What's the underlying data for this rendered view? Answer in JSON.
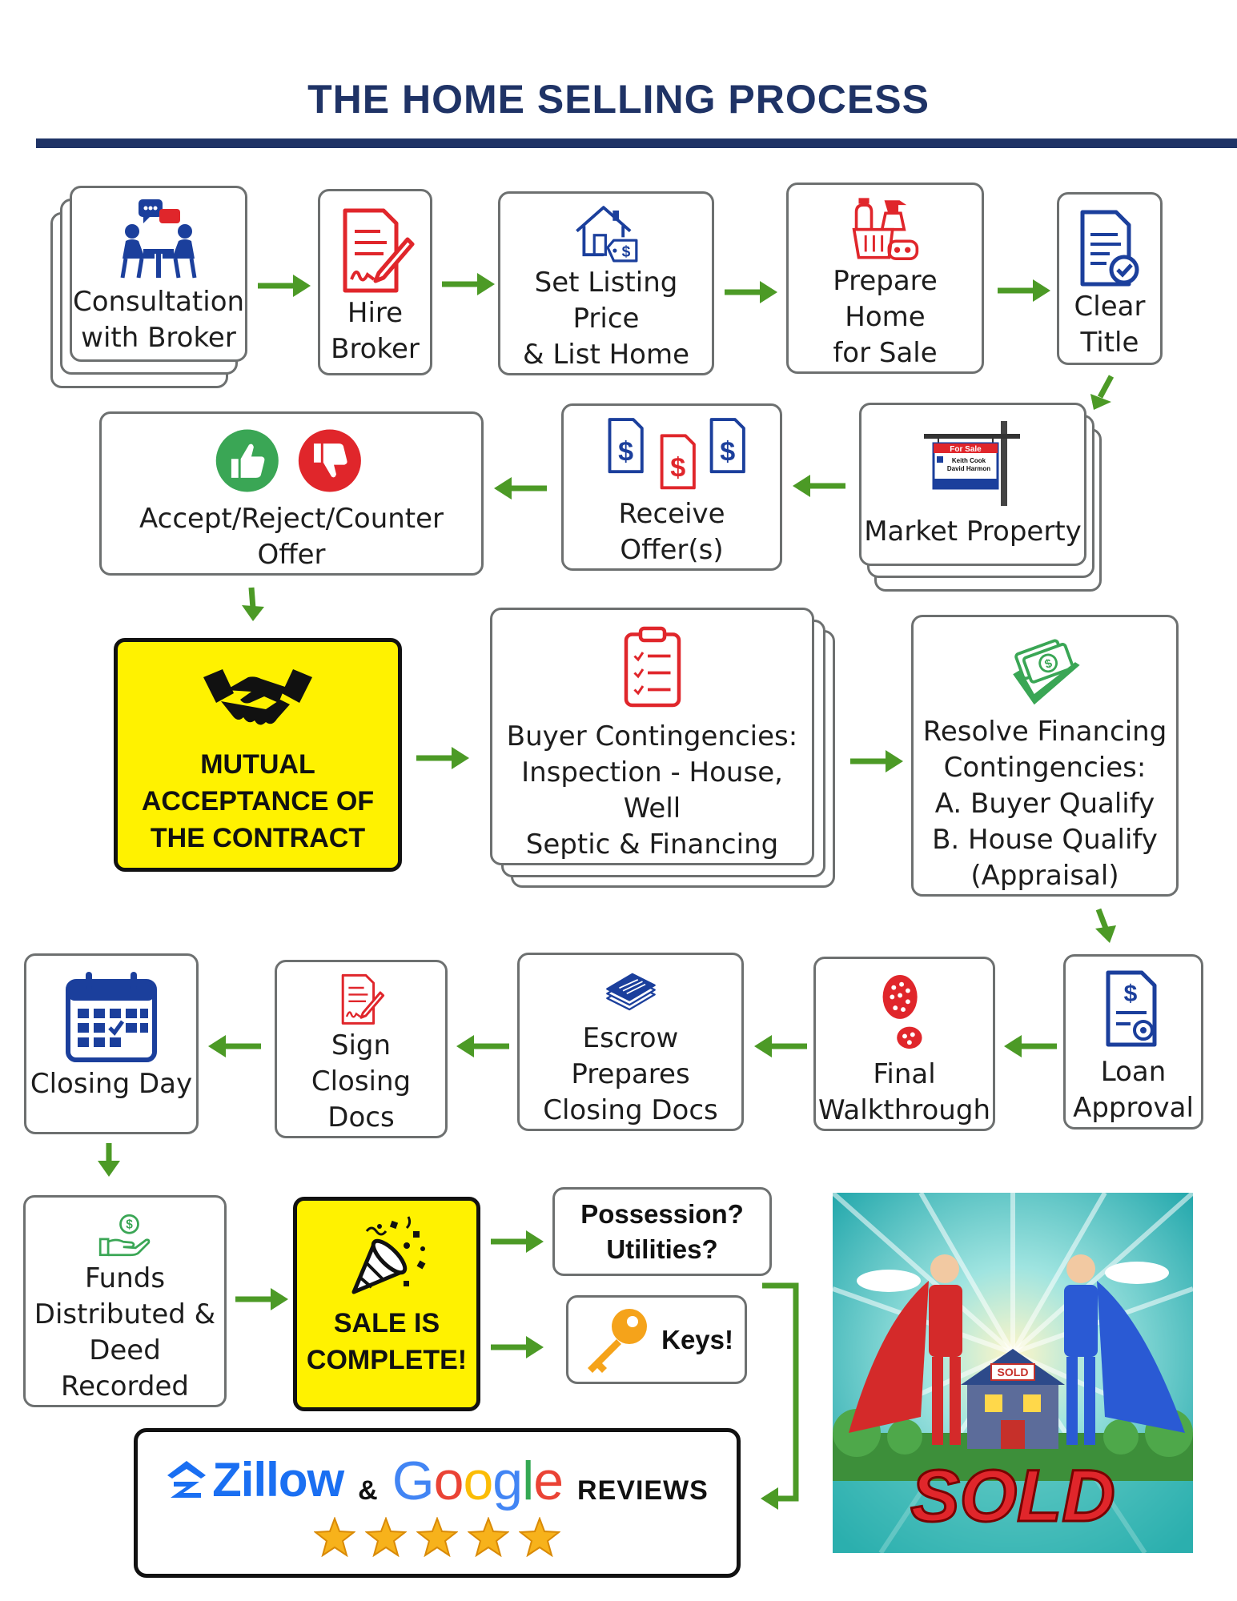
{
  "title": "THE HOME SELLING PROCESS",
  "colors": {
    "navy": "#1f3366",
    "green": "#4c9a26",
    "red": "#e0262b",
    "blue": "#1b3f9c",
    "yellow": "#fff200"
  },
  "steps": [
    {
      "label": "Consultation\nwith Broker",
      "icon": "meeting-icon"
    },
    {
      "label": "Hire\nBroker",
      "icon": "contract-sign-icon"
    },
    {
      "label": "Set Listing Price\n& List Home",
      "icon": "house-price-tag-icon"
    },
    {
      "label": "Prepare Home\nfor Sale",
      "icon": "cleaning-supplies-icon"
    },
    {
      "label": "Clear\nTitle",
      "icon": "document-check-icon"
    },
    {
      "label": "Market Property",
      "icon": "for-sale-sign-icon"
    },
    {
      "label": "Receive Offer(s)",
      "icon": "dollar-documents-icon"
    },
    {
      "label": "Accept/Reject/Counter Offer",
      "icon": "thumbs-up-down-icon"
    },
    {
      "label": "MUTUAL\nACCEPTANCE OF\nTHE CONTRACT",
      "icon": "handshake-icon"
    },
    {
      "label": "Buyer Contingencies:\nInspection - House, Well\nSeptic & Financing",
      "icon": "checklist-clipboard-icon"
    },
    {
      "label": "Resolve Financing\nContingencies:\nA. Buyer Qualify\nB. House Qualify\n(Appraisal)",
      "icon": "money-check-icon"
    },
    {
      "label": "Loan\nApproval",
      "icon": "loan-document-icon"
    },
    {
      "label": "Final\nWalkthrough",
      "icon": "footprint-icon"
    },
    {
      "label": "Escrow Prepares\nClosing Docs",
      "icon": "document-stack-icon"
    },
    {
      "label": "Sign\nClosing Docs",
      "icon": "contract-sign-icon"
    },
    {
      "label": "Closing Day",
      "icon": "calendar-icon"
    },
    {
      "label": "Funds\nDistributed &\nDeed Recorded",
      "icon": "hand-money-icon"
    },
    {
      "label": "SALE IS\nCOMPLETE!",
      "icon": "party-popper-icon"
    }
  ],
  "sign": {
    "header": "For Sale",
    "names": "Keith Cook\nDavid Harmon"
  },
  "after": {
    "possession": "Possession?\nUtilities?",
    "keys": "Keys!"
  },
  "reviews": {
    "zillow": "Zillow",
    "amp": "&",
    "google": "Google",
    "label": "REVIEWS",
    "stars": 5
  },
  "poster": {
    "house_sign": "SOLD",
    "word": "SOLD"
  }
}
